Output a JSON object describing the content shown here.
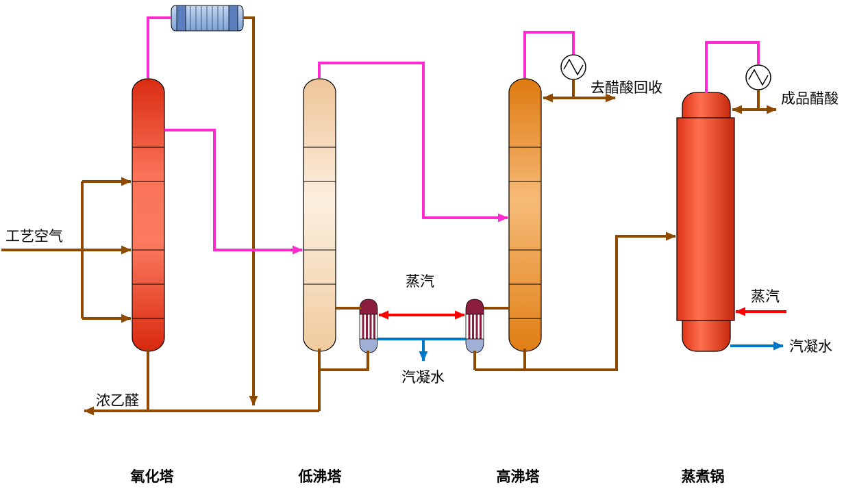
{
  "diagram": {
    "kind": "chemical-process-flow-diagram",
    "equipment_labels": {
      "oxidation_tower": "氧化塔",
      "low_boiling_tower": "低沸塔",
      "high_boiling_tower": "高沸塔",
      "boiler_pot": "蒸煮锅"
    },
    "stream_labels": {
      "process_air": "工艺空气",
      "concentrated_acetaldehyde": "浓乙醛",
      "steam": "蒸汽",
      "steam_condensate": "汽凝水",
      "to_acetic_acid_recovery": "去醋酸回收",
      "finished_acetic_acid": "成品醋酸"
    },
    "colors": {
      "vapor_line": "#FF2BD0",
      "process_line": "#8F4A00",
      "steam_line": "#FF0000",
      "condensate_line": "#0078C8",
      "oxidation_tower_fill": "#F0402A",
      "low_boiling_tower_fill": "#F8E2C8",
      "high_boiling_tower_fill": "#EE9A48",
      "boiler_pot_fill": "#F04828",
      "exchanger_fill": "#9FBCE4",
      "reboiler_cap_fill": "#8B1E3E",
      "reboiler_base_fill": "#9FB0D6",
      "background": "#FFFFFF"
    }
  }
}
